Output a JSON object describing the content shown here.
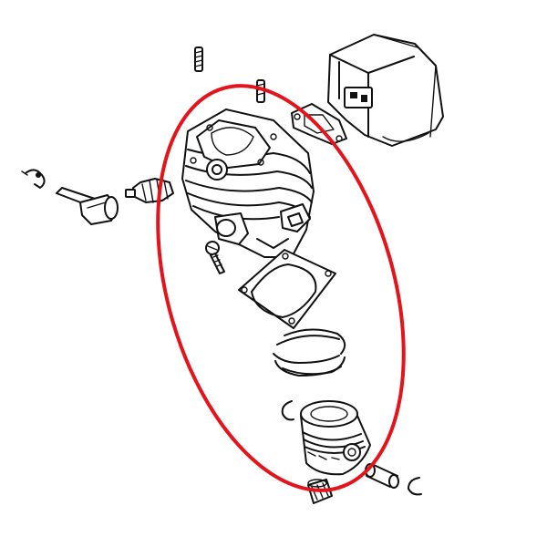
{
  "diagram": {
    "highlight_color": "#e3141b",
    "line_color": "#111111",
    "background": "#ffffff",
    "parts": [
      "muffler",
      "muffler-gasket",
      "cylinder-stud",
      "cylinder",
      "decompression-valve",
      "spark-plug",
      "spark-plug-boot",
      "spring-clip",
      "screw",
      "base-gasket",
      "piston-ring-upper",
      "piston-ring-lower",
      "circlip-left",
      "piston",
      "piston-pin",
      "circlip-right",
      "needle-bearing"
    ]
  }
}
